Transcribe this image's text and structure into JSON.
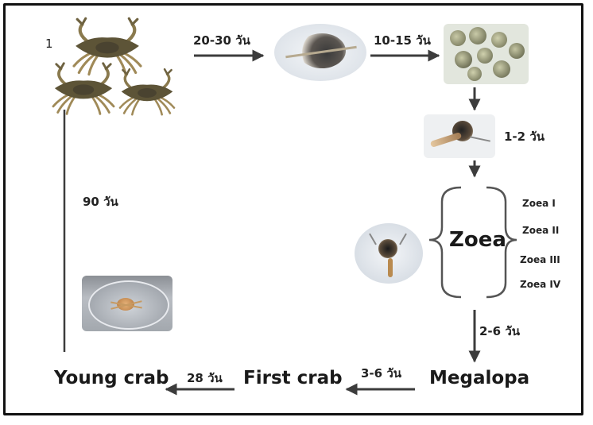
{
  "figure_marker": "1",
  "durations": {
    "adult_to_berried": "20-30 วัน",
    "berried_to_eggs": "10-15 วัน",
    "eggs_to_larva": "1-2 วัน",
    "zoea_to_megalopa": "2-6 วัน",
    "megalopa_to_first_crab": "3-6 วัน",
    "first_crab_to_young_crab": "28 วัน",
    "young_crab_to_adult": "90 วัน"
  },
  "stages": {
    "zoea": "Zoea",
    "zoea_substages": [
      "Zoea I",
      "Zoea II",
      "Zoea III",
      "Zoea IV"
    ],
    "megalopa": "Megalopa",
    "first_crab": "First crab",
    "young_crab": "Young crab"
  },
  "colors": {
    "arrow": "#3c3c3c",
    "crab_shell": "#5d5437",
    "crab_leg": "#a08a58"
  }
}
